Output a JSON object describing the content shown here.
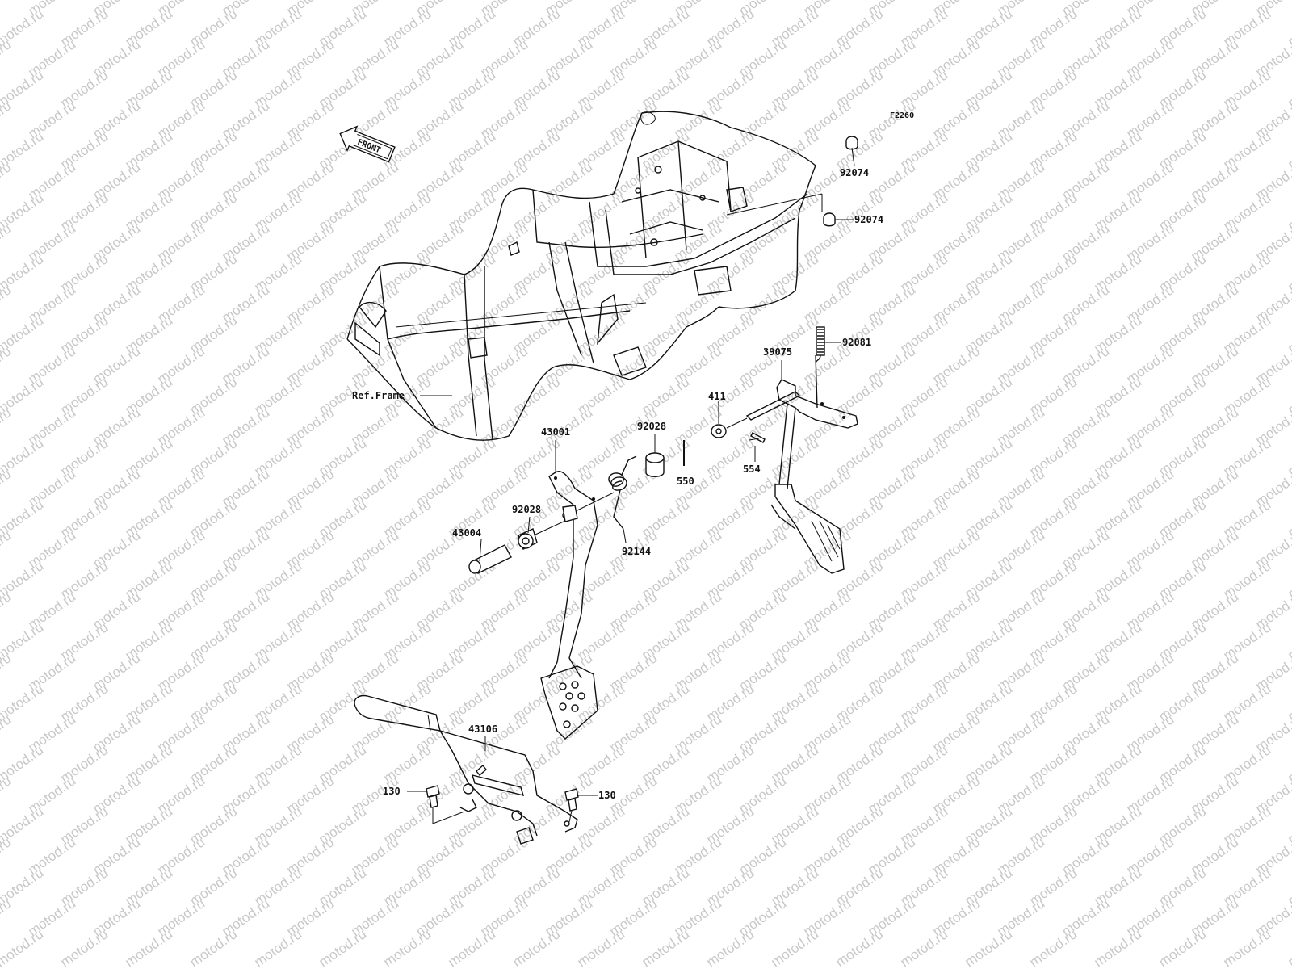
{
  "diagram": {
    "code": "F2260",
    "front_arrow_text": "FRONT",
    "watermark": "motod.ru",
    "parts": {
      "p92074_top": "92074",
      "p92074_mid": "92074",
      "p92081": "92081",
      "p39075": "39075",
      "p411": "411",
      "p554": "554",
      "p550": "550",
      "p92028_top": "92028",
      "p92028_mid": "92028",
      "p92144": "92144",
      "p43001": "43001",
      "p43004": "43004",
      "p43106": "43106",
      "p130_left": "130",
      "p130_right": "130"
    },
    "reference": "Ref.Frame"
  }
}
